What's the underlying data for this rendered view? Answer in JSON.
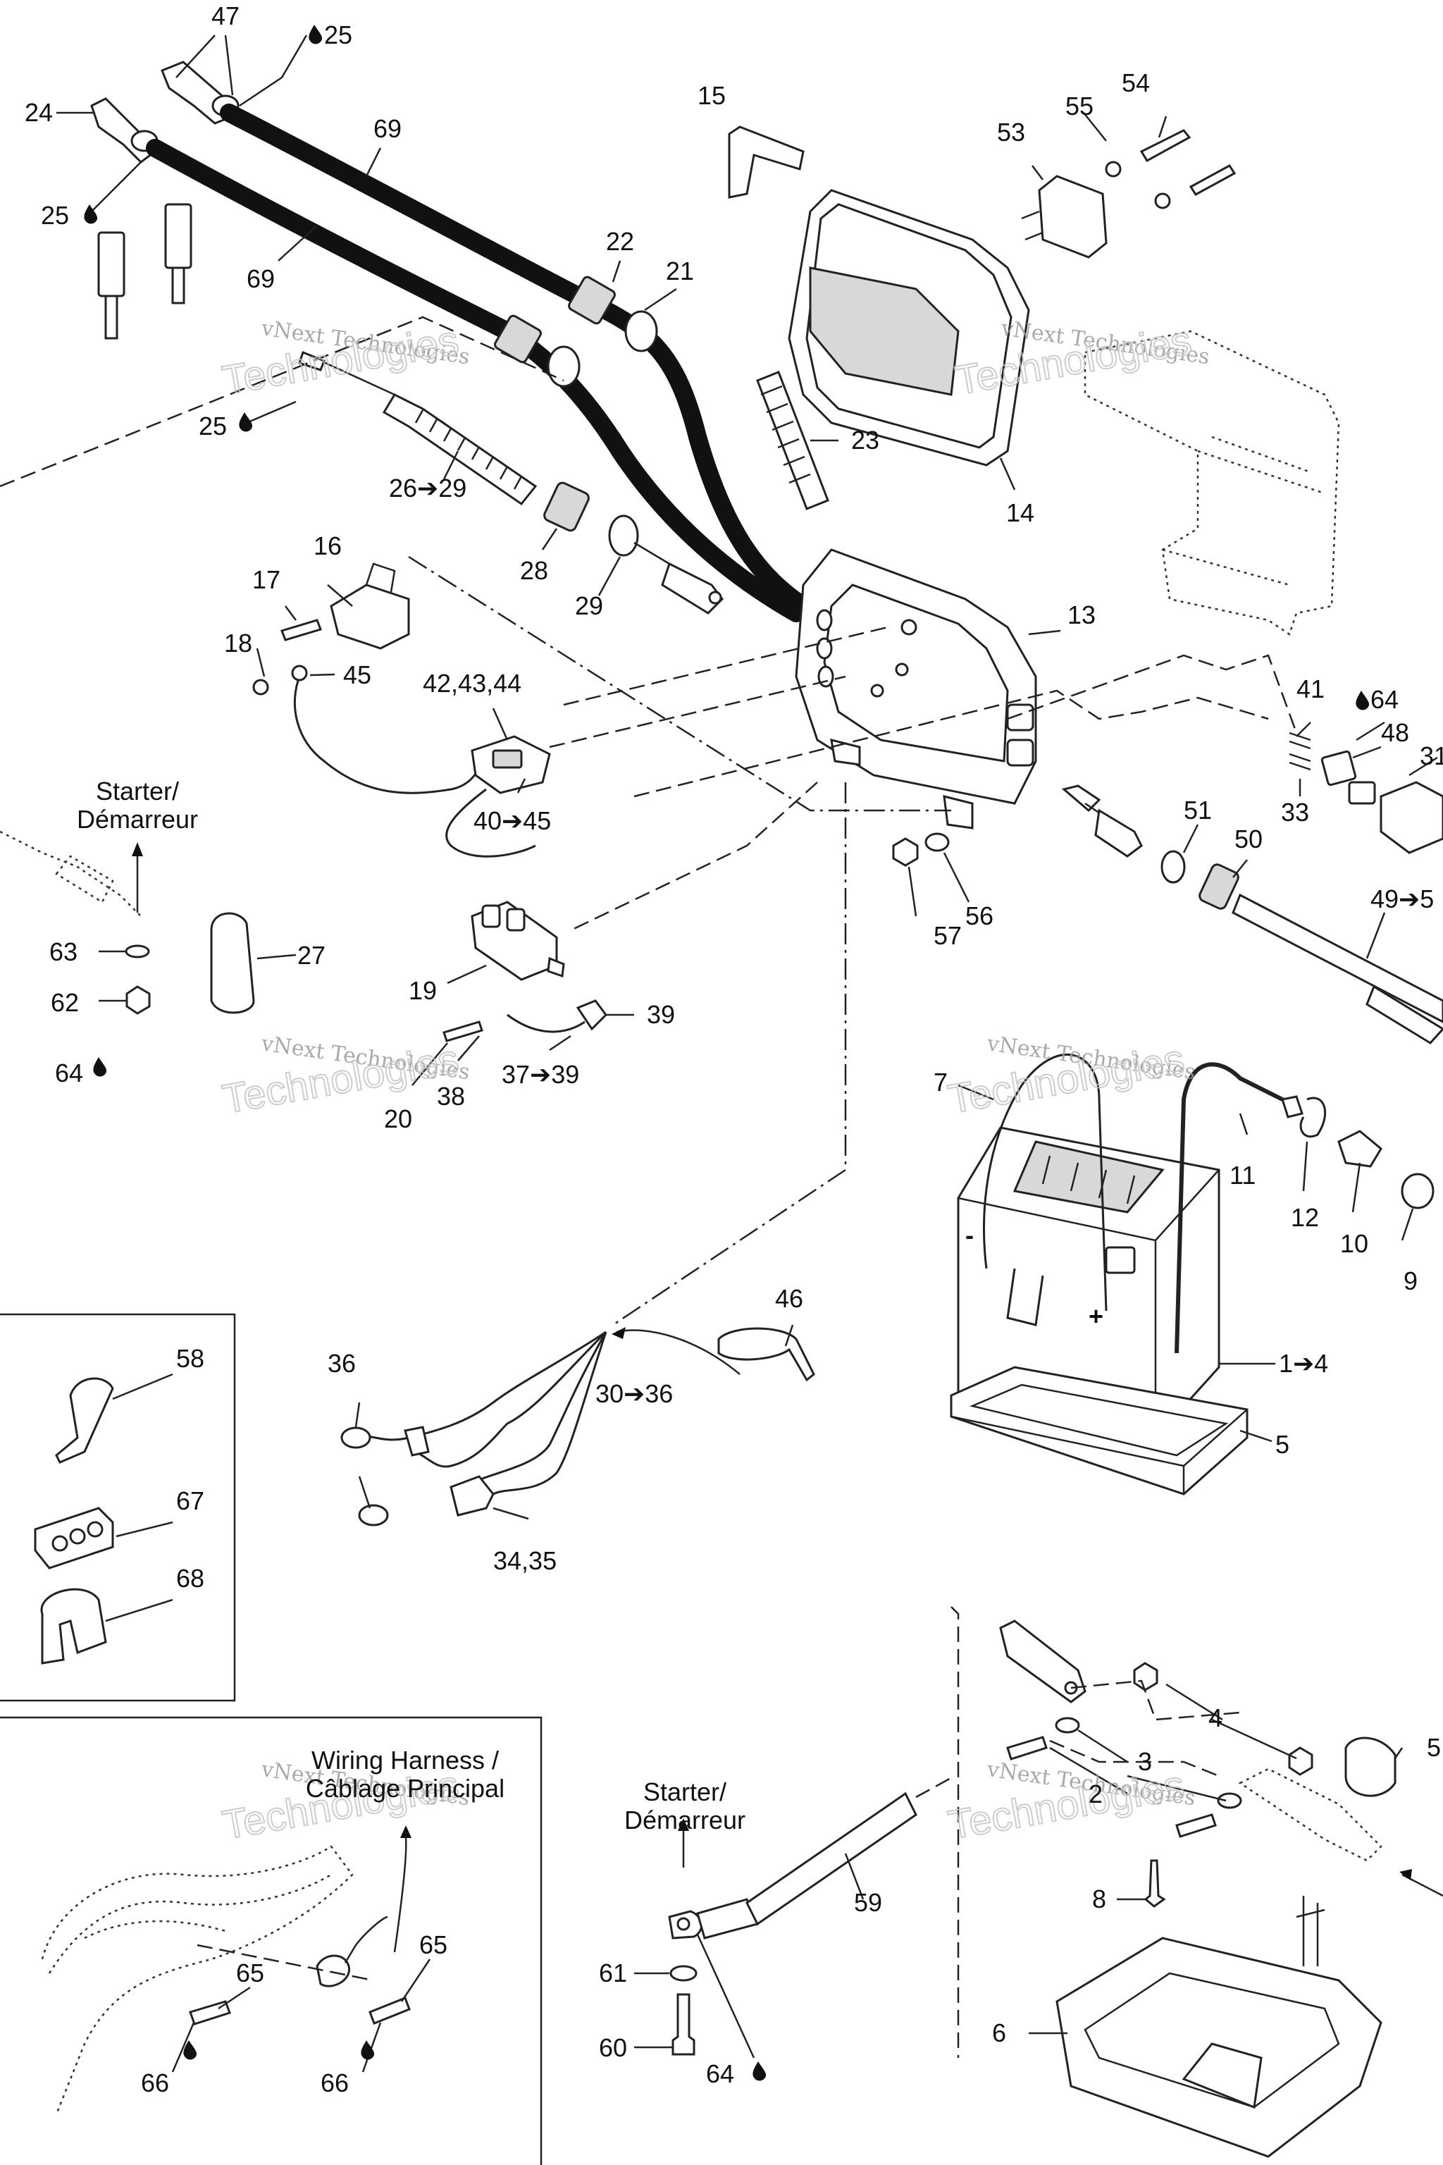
{
  "diagram": {
    "sections": [
      {
        "heading_lines": [
          "Starter/",
          "Démarreur"
        ]
      },
      {
        "heading_lines": [
          "Starter/",
          "Démarreur"
        ]
      },
      {
        "heading_lines": [
          "Wiring Harness /",
          "Câblage Principal"
        ]
      }
    ],
    "watermark": {
      "line1": "vNext Technologies",
      "line2": "Technologies"
    },
    "callouts": [
      "47",
      "25",
      "24",
      "25",
      "69",
      "69",
      "15",
      "54",
      "55",
      "53",
      "22",
      "21",
      "23",
      "14",
      "25",
      "26➔29",
      "28",
      "29",
      "13",
      "16",
      "17",
      "18",
      "45",
      "42,43,44",
      "40➔45",
      "41",
      "64",
      "48",
      "31",
      "33",
      "51",
      "50",
      "49➔5",
      "57",
      "56",
      "63",
      "62",
      "64",
      "27",
      "19",
      "39",
      "37➔39",
      "38",
      "20",
      "7",
      "11",
      "12",
      "10",
      "9",
      "1➔4",
      "5",
      "58",
      "67",
      "68",
      "46",
      "36",
      "30➔36",
      "34,35",
      "4",
      "3",
      "5",
      "2",
      "8",
      "6",
      "59",
      "61",
      "60",
      "64",
      "65",
      "65",
      "66",
      "66"
    ]
  }
}
